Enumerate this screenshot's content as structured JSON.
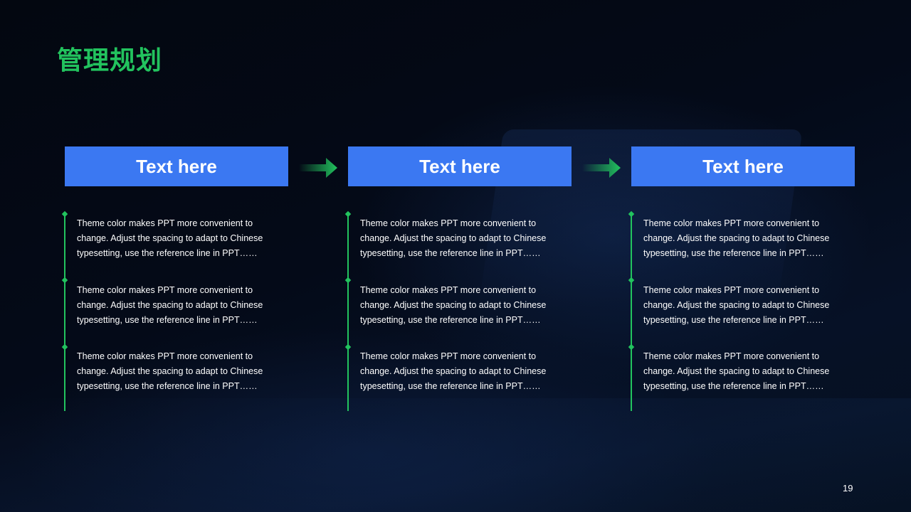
{
  "slide": {
    "title": "管理规划",
    "page_number": "19",
    "colors": {
      "accent_green": "#22c35e",
      "header_blue": "#3b78f2",
      "background": "#03070f"
    }
  },
  "columns": [
    {
      "header": "Text here",
      "items": [
        "Theme color makes PPT more convenient to change. Adjust the spacing to adapt to Chinese typesetting, use the reference line in PPT……",
        "Theme color makes PPT more convenient to change. Adjust the spacing to adapt to Chinese typesetting, use the reference line in PPT……",
        "Theme color makes PPT more convenient to change. Adjust the spacing to adapt to Chinese typesetting, use the reference line in PPT……"
      ]
    },
    {
      "header": "Text here",
      "items": [
        "Theme color makes PPT more convenient to change. Adjust the spacing to adapt to Chinese typesetting, use the reference line in PPT……",
        "Theme color makes PPT more convenient to change. Adjust the spacing to adapt to Chinese typesetting, use the reference line in PPT……",
        "Theme color makes PPT more convenient to change. Adjust the spacing to adapt to Chinese typesetting, use the reference line in PPT……"
      ]
    },
    {
      "header": "Text here",
      "items": [
        "Theme color makes PPT more convenient to change. Adjust the spacing to adapt to Chinese typesetting, use the reference line in PPT……",
        "Theme color makes PPT more convenient to change. Adjust the spacing to adapt to Chinese typesetting, use the reference line in PPT……",
        "Theme color makes PPT more convenient to change. Adjust the spacing to adapt to Chinese typesetting, use the reference line in PPT……"
      ]
    }
  ],
  "arrows": [
    "arrow-right-icon",
    "arrow-right-icon"
  ]
}
